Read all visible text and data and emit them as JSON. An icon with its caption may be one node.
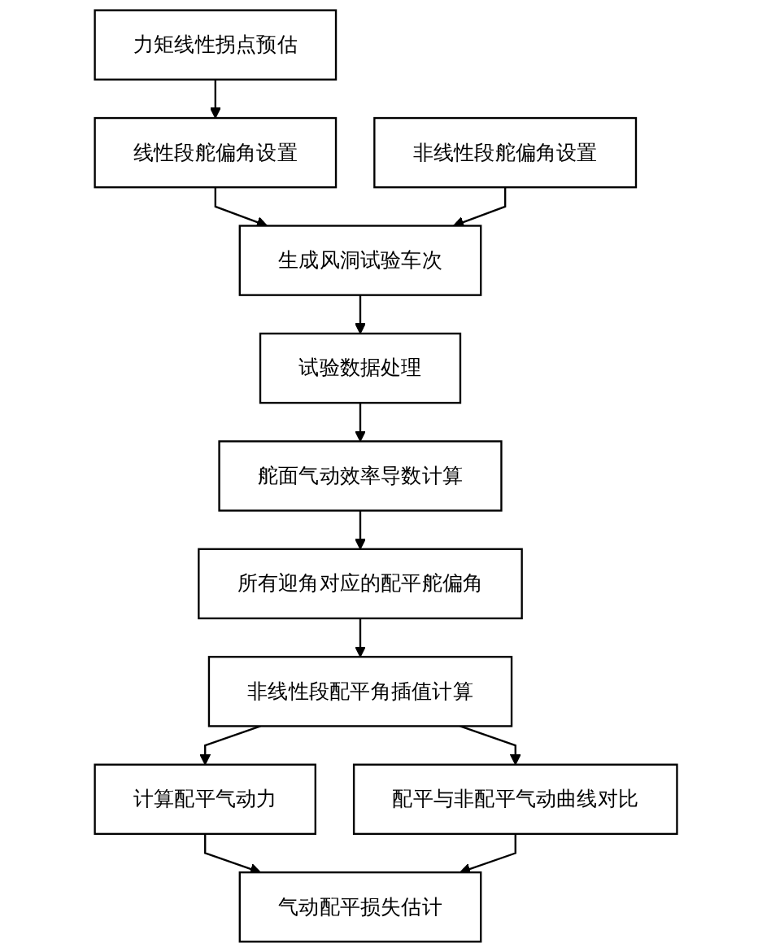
{
  "diagram": {
    "nodes": [
      {
        "text": [
          "力矩线性拐点预估"
        ]
      },
      {
        "text": [
          "线性段舵偏角设置"
        ]
      },
      {
        "text": [
          "非线性段舵偏角设置"
        ]
      },
      {
        "text": [
          "生成风洞试验车次"
        ]
      },
      {
        "text": [
          "试验数据处理"
        ]
      },
      {
        "text": [
          "舵面气动效率导数计算"
        ]
      },
      {
        "text": [
          "所有迎角对应的配平舵偏角"
        ]
      },
      {
        "text": [
          "非线性段配平角插值计算"
        ]
      },
      {
        "text": [
          "计算配平气动力"
        ]
      },
      {
        "text": [
          "配平与非配平气动曲线对比"
        ]
      },
      {
        "text": [
          "气动配平损失估计"
        ]
      }
    ],
    "edges": [
      {
        "from": 0,
        "to": 1,
        "arrow": "to"
      },
      {
        "from": 1,
        "to": 3,
        "arrow": "to"
      },
      {
        "from": 2,
        "to": 3,
        "arrow": "to"
      },
      {
        "from": 3,
        "to": 4,
        "arrow": "to"
      },
      {
        "from": 4,
        "to": 5,
        "arrow": "to"
      },
      {
        "from": 5,
        "to": 6,
        "arrow": "to"
      },
      {
        "from": 6,
        "to": 7,
        "arrow": "to"
      },
      {
        "from": 7,
        "to": 8,
        "arrow": "to"
      },
      {
        "from": 7,
        "to": 9,
        "arrow": "to"
      },
      {
        "from": 8,
        "to": 10,
        "arrow": "to"
      },
      {
        "from": 9,
        "to": 10,
        "arrow": "to"
      }
    ]
  }
}
